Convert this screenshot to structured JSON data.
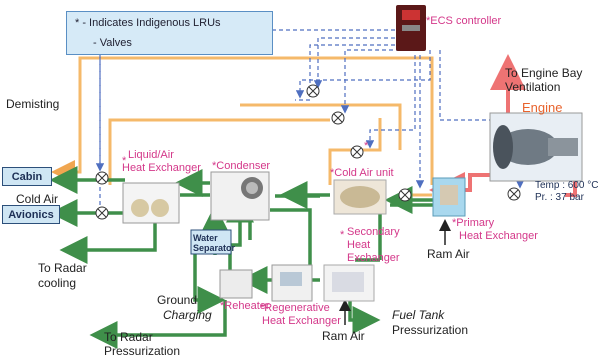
{
  "legend": {
    "indigenous_text": "* - Indicates Indigenous LRUs",
    "valves_text": "- Valves"
  },
  "labels": {
    "ecs_controller": "*ECS controller",
    "to_engine_bay_line1": "To Engine Bay",
    "to_engine_bay_line2": "Ventilation",
    "engine": "Engine",
    "temp": "Temp : 600 °C",
    "pressure": "Pr.   : 37 bar",
    "demisting": "Demisting",
    "cabin": "Cabin",
    "cold_air": "Cold Air",
    "avionics": "Avionics",
    "liquid_air_line1": "Liquid/Air",
    "liquid_air_line2": "Heat Exchanger",
    "liquid_air_star": "*",
    "condenser": "*Condenser",
    "cold_air_unit": "*Cold Air unit",
    "water_separator_line1": "Water",
    "water_separator_line2": "Separator",
    "secondary_star": "*",
    "secondary_line1": "Secondary",
    "secondary_line2": "Heat",
    "secondary_line3": "Exchanger",
    "primary_line1": "*Primary",
    "primary_line2": "Heat Exchanger",
    "ram_air_right": "Ram Air",
    "to_radar_cooling_line1": "To Radar",
    "to_radar_cooling_line2": "cooling",
    "ground_line1": "Ground",
    "ground_line2": "Charging",
    "reheater": "*Reheater",
    "regenerative_line1": "*Regenerative",
    "regenerative_line2": "Heat Exchanger",
    "fuel_tank_line1": "Fuel Tank",
    "fuel_tank_line2": "Pressurization",
    "ram_air_bottom": "Ram Air",
    "to_radar_press_line1": "To Radar",
    "to_radar_press_line2": "Pressurization",
    "valve_star": "*"
  },
  "colors": {
    "hot_line": "#ee7373",
    "orange_line": "#f5b96a",
    "green_line": "#3f8f4a",
    "control_line": "#4f6fc0",
    "label_pink": "#d4388a",
    "legend_bg": "#d6eaf7"
  }
}
